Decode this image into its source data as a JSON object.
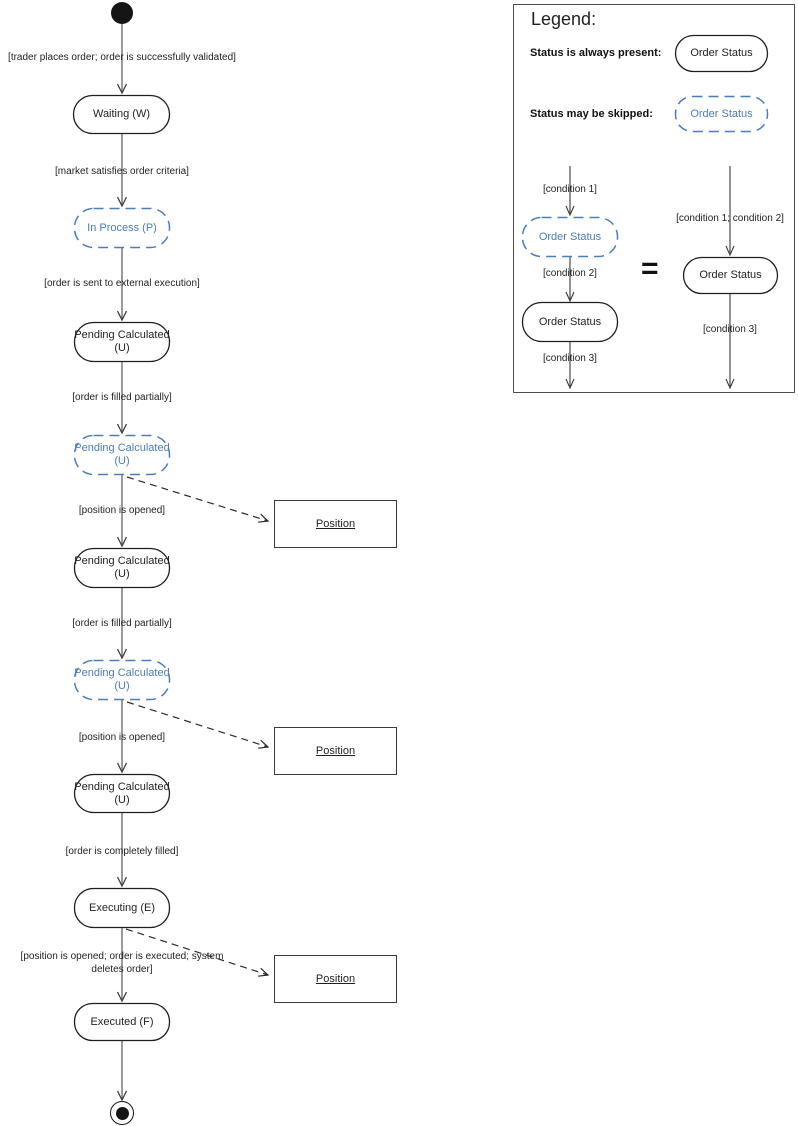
{
  "diagram": {
    "initial_state": {
      "name": "initial"
    },
    "final_state": {
      "name": "final"
    },
    "transitions": [
      {
        "label": "[trader places order; order is successfully validated]"
      },
      {
        "label": "[market satisfies order criteria]"
      },
      {
        "label": "[order is sent to external execution]"
      },
      {
        "label": "[order is filled partially]"
      },
      {
        "label": "[position is opened]"
      },
      {
        "label": "[order is filled partially]"
      },
      {
        "label": "[position is opened]"
      },
      {
        "label": "[order is completely filled]"
      },
      {
        "label": "[position is opened; order is executed; system deletes order]"
      }
    ],
    "states": [
      {
        "label": "Waiting (W)",
        "style": "always"
      },
      {
        "label": "In Process (P)",
        "style": "skippable"
      },
      {
        "label": "Pending Calculated (U)",
        "style": "always"
      },
      {
        "label": "Pending Calculated (U)",
        "style": "skippable"
      },
      {
        "label": "Pending Calculated (U)",
        "style": "always"
      },
      {
        "label": "Pending Calculated (U)",
        "style": "skippable"
      },
      {
        "label": "Pending Calculated (U)",
        "style": "always"
      },
      {
        "label": "Executing (E)",
        "style": "always"
      },
      {
        "label": "Executed (F)",
        "style": "always"
      }
    ],
    "position_boxes": [
      {
        "label": "Position"
      },
      {
        "label": "Position"
      },
      {
        "label": "Position"
      }
    ]
  },
  "legend": {
    "title": "Legend:",
    "rows": [
      {
        "label": "Status is always present:",
        "state": "Order Status",
        "style": "always"
      },
      {
        "label": "Status may be skipped:",
        "state": "Order Status",
        "style": "skippable"
      }
    ],
    "equivalence": {
      "left": {
        "condition1": "[condition 1]",
        "skippable_state": "Order Status",
        "condition2": "[condition 2]",
        "always_state": "Order Status",
        "condition3": "[condition 3]"
      },
      "equals_sign": "=",
      "right": {
        "condition12": "[condition 1; condition 2]",
        "state": "Order Status",
        "condition3": "[condition 3]"
      }
    }
  },
  "colors": {
    "skippable_blue": "#4a7dbc",
    "solid_state_border": "#1f1f1f",
    "connector_gray": "#6f6f6f",
    "background": "#ffffff"
  }
}
